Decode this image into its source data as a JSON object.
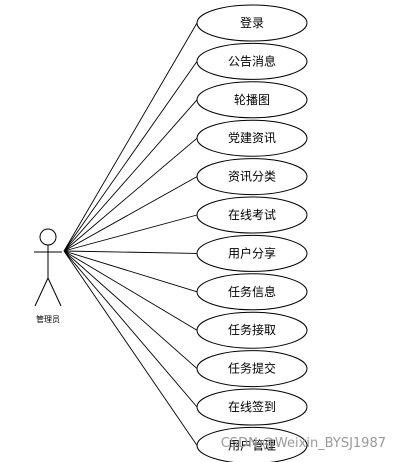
{
  "diagram": {
    "actor": {
      "label": "管理员"
    },
    "use_cases": [
      {
        "label": "登录"
      },
      {
        "label": "公告消息"
      },
      {
        "label": "轮播图"
      },
      {
        "label": "党建资讯"
      },
      {
        "label": "资讯分类"
      },
      {
        "label": "在线考试"
      },
      {
        "label": "用户分享"
      },
      {
        "label": "任务信息"
      },
      {
        "label": "任务接取"
      },
      {
        "label": "任务提交"
      },
      {
        "label": "在线签到"
      },
      {
        "label": "用户管理"
      }
    ],
    "watermark": "CSDN @Weixin_BYSJ1987",
    "colors": {
      "stroke": "#000000",
      "background": "#ffffff",
      "watermark": "#9a9a9a"
    }
  }
}
